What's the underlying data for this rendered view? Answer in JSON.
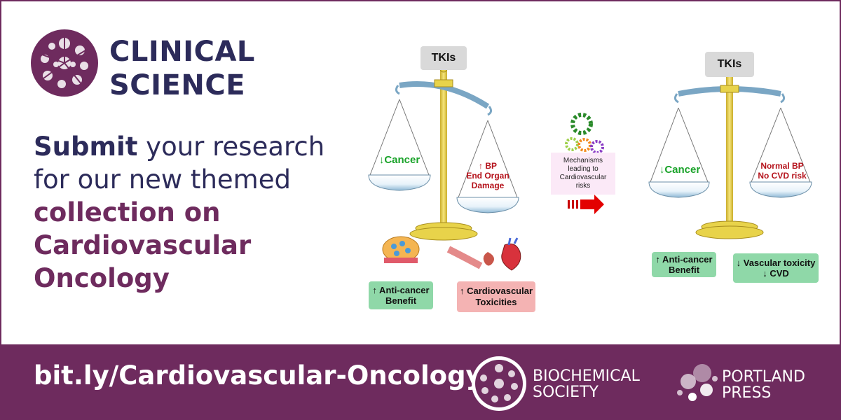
{
  "brand": {
    "line1": "CLINICAL",
    "line2": "SCIENCE"
  },
  "headline": {
    "bold_word": "Submit",
    "rest_line1": " your research",
    "line2": "for our new themed",
    "line3": "collection on",
    "line4": "Cardiovascular",
    "line5": "Oncology"
  },
  "diagram": {
    "left_scale": {
      "top_label": "TKIs",
      "left_pan": "↓Cancer",
      "right_pan": [
        "↑ BP",
        "End Organ",
        "Damage"
      ],
      "benefit_box": [
        "↑ Anti-cancer",
        "Benefit"
      ],
      "toxicity_box": [
        "↑ Cardiovascular",
        "Toxicities"
      ]
    },
    "mechanism": [
      "Mechanisms",
      "leading to",
      "Cardiovascular",
      "risks"
    ],
    "right_scale": {
      "top_label": "TKIs",
      "left_pan": "↓Cancer",
      "right_pan": [
        "Normal BP",
        "No CVD risk"
      ],
      "benefit_box": [
        "↑ Anti-cancer",
        "Benefit"
      ],
      "toxicity_box": [
        "↓ Vascular toxicity",
        "↓ CVD"
      ]
    }
  },
  "footer": {
    "url": "bit.ly/Cardiovascular-Oncology",
    "biochemical": [
      "BIOCHEMICAL",
      "SOCIETY"
    ],
    "portland": [
      "PORTLAND",
      "PRESS"
    ]
  },
  "colors": {
    "brand_purple": "#6e2b5e",
    "navy": "#2c2b5a",
    "green_text": "#1aa32a",
    "red_text": "#b5121b",
    "gold": "#e8d34a"
  }
}
